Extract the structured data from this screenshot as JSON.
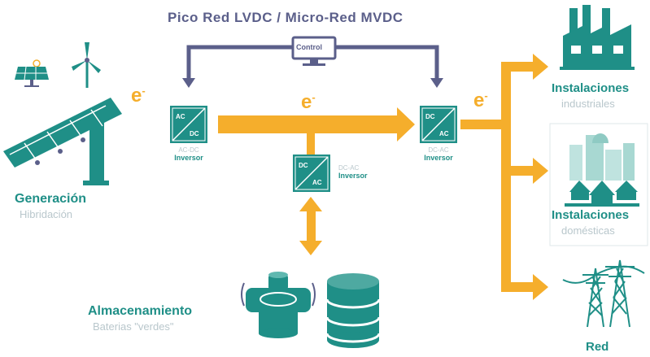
{
  "title": "Pico Red LVDC / Micro-Red MVDC",
  "control_label": "Control",
  "electron_symbol": "e",
  "electron_sup": "-",
  "generation": {
    "title": "Generación",
    "subtitle": "Hibridación"
  },
  "storage": {
    "title": "Almacenamiento",
    "subtitle": "Baterias \"verdes\""
  },
  "inverters": [
    {
      "top": "AC-DC",
      "bottom": "Inversor",
      "box_top": "AC",
      "box_bottom": "DC"
    },
    {
      "top": "DC-AC",
      "bottom": "Inversor",
      "box_top": "DC",
      "box_bottom": "AC"
    },
    {
      "top": "DC-AC",
      "bottom": "Inversor",
      "box_top": "DC",
      "box_bottom": "AC"
    }
  ],
  "outputs": [
    {
      "title": "Instalaciones",
      "subtitle": "industriales"
    },
    {
      "title": "Instalaciones",
      "subtitle": "domésticas"
    },
    {
      "title": "Red",
      "subtitle": ""
    }
  ],
  "colors": {
    "teal": "#1f8f87",
    "orange": "#f5ae2c",
    "navy": "#5b5f8a",
    "light_gray": "#b9c7cc"
  }
}
